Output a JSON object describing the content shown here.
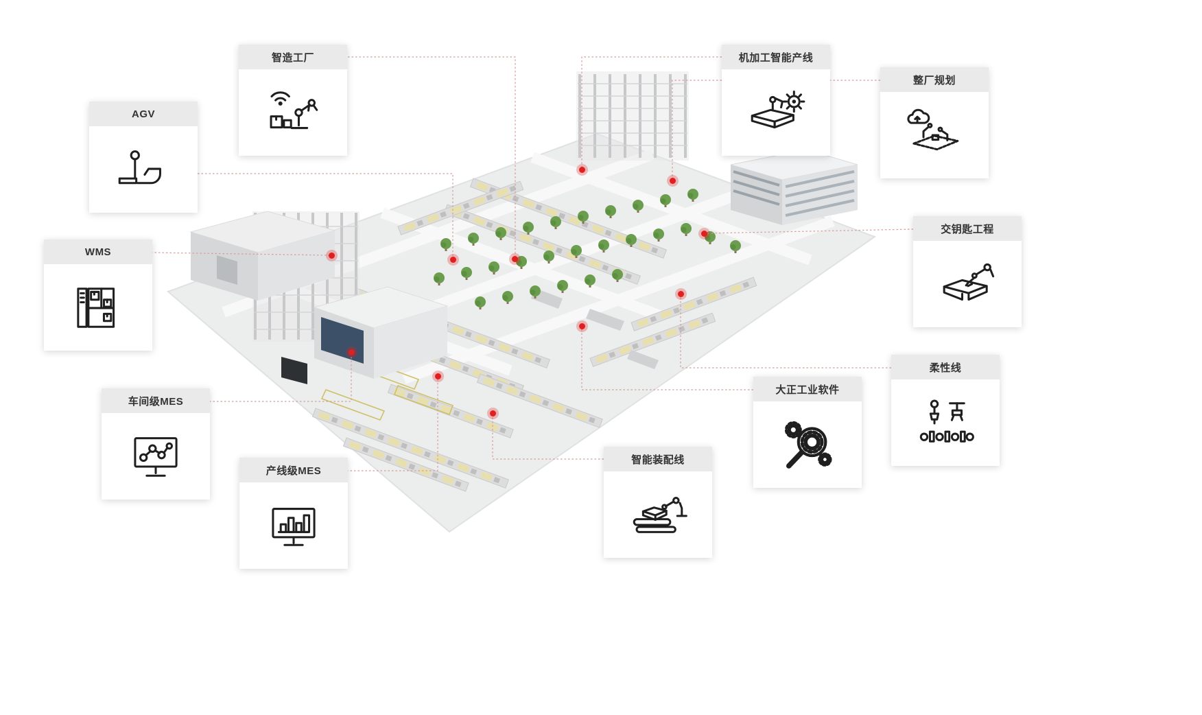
{
  "diagram": {
    "hotspot_color": "#e21f1f",
    "connector_color": "#d89a9a",
    "callouts": [
      {
        "id": "smart-factory",
        "label": "智造工厂",
        "icon": "smart-factory-robot-icon"
      },
      {
        "id": "machining-line",
        "label": "机加工智能产线",
        "icon": "machining-robot-gear-icon"
      },
      {
        "id": "plant-planning",
        "label": "整厂规划",
        "icon": "plant-layout-cloud-icon"
      },
      {
        "id": "agv",
        "label": "AGV",
        "icon": "agv-vehicle-icon"
      },
      {
        "id": "wms",
        "label": "WMS",
        "icon": "warehouse-cabinet-icon"
      },
      {
        "id": "turnkey",
        "label": "交钥匙工程",
        "icon": "turnkey-robot-box-icon"
      },
      {
        "id": "flexible-line",
        "label": "柔性线",
        "icon": "flexible-line-tools-icon"
      },
      {
        "id": "industrial-software",
        "label": "大正工业软件",
        "icon": "gears-magnifier-icon"
      },
      {
        "id": "workshop-mes",
        "label": "车间级MES",
        "icon": "monitor-node-graph-icon"
      },
      {
        "id": "line-mes",
        "label": "产线级MES",
        "icon": "monitor-bar-chart-icon"
      },
      {
        "id": "assembly-line",
        "label": "智能装配线",
        "icon": "assembly-conveyor-robot-icon"
      }
    ]
  }
}
